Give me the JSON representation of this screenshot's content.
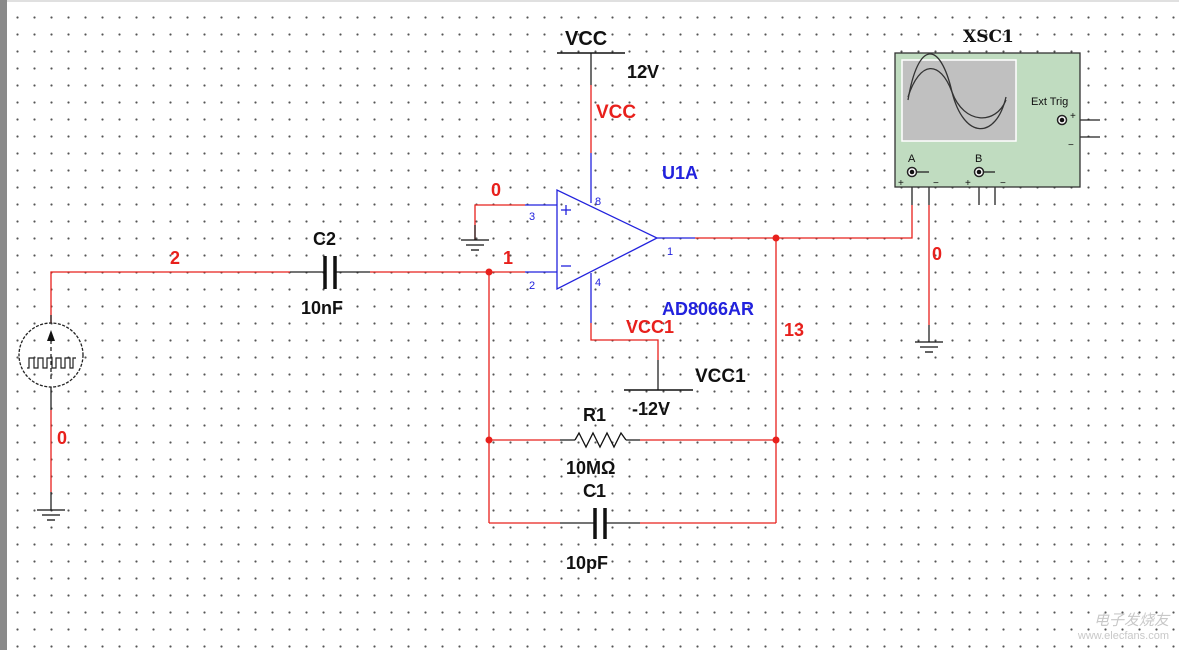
{
  "supply_top": {
    "ref": "VCC",
    "value": "12V",
    "net": "VCC"
  },
  "supply_bottom": {
    "ref": "VCC1",
    "value": "-12V",
    "net": "VCC1"
  },
  "opamp": {
    "ref": "U1A",
    "part": "AD8066AR",
    "pins": {
      "noninv": "3",
      "inv": "2",
      "vpos": "8",
      "vneg": "4",
      "out": "1"
    }
  },
  "c2": {
    "ref": "C2",
    "value": "10nF"
  },
  "r1": {
    "ref": "R1",
    "value": "10MΩ"
  },
  "c1": {
    "ref": "C1",
    "value": "10pF"
  },
  "nets": {
    "input": "2",
    "inv_node": "1",
    "noninv_gnd": "0",
    "source_gnd": "0",
    "scope_gnd": "0",
    "output": "13"
  },
  "scope": {
    "ref": "XSC1",
    "ext_trig": "Ext Trig",
    "ch_a": "A",
    "ch_b": "B",
    "plus": "+",
    "minus": "−"
  },
  "watermark": {
    "cn": "电子发烧友",
    "url": "www.elecfans.com"
  },
  "colors": {
    "wire": "#e8201c",
    "pin": "#2222dd",
    "scope_body": "#c0dcc0",
    "scope_screen": "#c0c0c0"
  }
}
